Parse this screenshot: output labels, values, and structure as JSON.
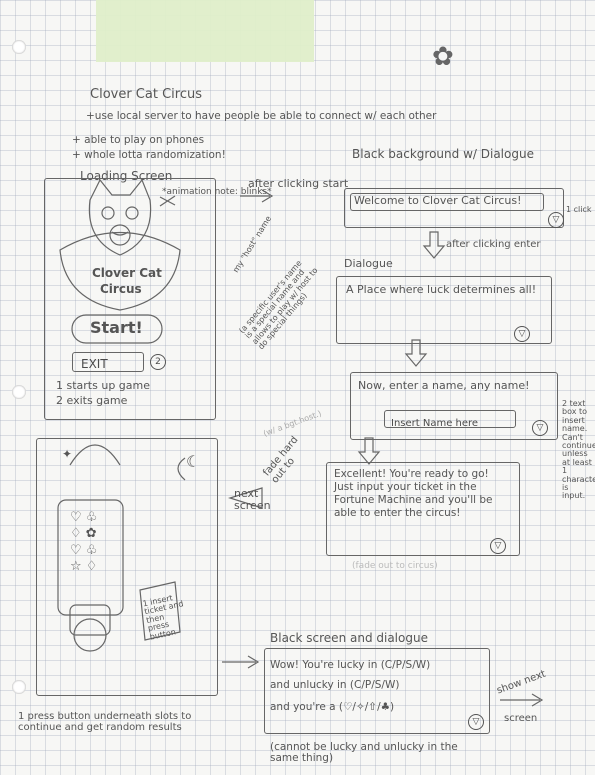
{
  "header": {
    "title": "Clover Cat Circus",
    "notes": [
      "+use local server to have people be able to connect w/ each other",
      "+ able to play on phones",
      "+ whole lotta randomization!"
    ]
  },
  "loading": {
    "heading": "Loading Screen",
    "anim_note": "*animation note: blinks*",
    "after_click": "after clicking start",
    "logo_lines": [
      "Clover Cat",
      "Circus"
    ],
    "start_label": "Start!",
    "exit_label": "EXIT",
    "legend": [
      "1 starts up game",
      "2 exits game"
    ],
    "host_note": "my \"host\" name",
    "special_note": "(a specific user's name is a special name and allows to play w/ host to do special things)",
    "faint_note": "(w/ a bgt.host.)"
  },
  "dialogues": {
    "bg_heading": "Black background w/ Dialogue",
    "d1": "Welcome to Clover Cat Circus!",
    "side_note_1": "1 click",
    "after_enter": "after clicking enter",
    "d2_label": "Dialogue",
    "d2": "A Place where luck determines all!",
    "d3": "Now, enter a name, any name!",
    "d3_input": "Insert Name here",
    "side_note_2": "2 text box to insert name. Can't continue unless at least 1 character is input.",
    "d4": "Excellent! You're ready to go! Just input your ticket in the Fortune Machine and you'll be able to enter the circus!",
    "d4_faint": "(fade out to circus)"
  },
  "machine": {
    "fade_note": "fade hard out to",
    "next_screen": "next screen",
    "ticket_note": "1 insert ticket and then press button",
    "bottom_note": "1 press button underneath slots to continue and get random results"
  },
  "final": {
    "heading": "Black screen and dialogue",
    "line1": "Wow! You're lucky in (C/P/S/W)",
    "line2": "and unlucky in (C/P/S/W)",
    "line3": "and you're a (♡/✧/⇧/♣)",
    "show_next": "show next",
    "screen": "screen",
    "footnote": "(cannot be lucky and unlucky in the same thing)"
  }
}
